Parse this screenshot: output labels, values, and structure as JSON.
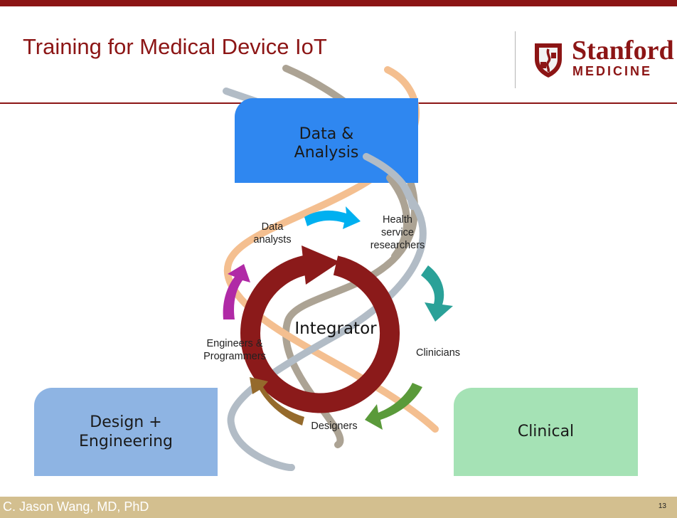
{
  "slide": {
    "title": "Training for Medical Device IoT",
    "footer_author": "C. Jason Wang, MD, PhD",
    "page_number": "13"
  },
  "logo": {
    "word1": "Stanford",
    "word2": "MEDICINE",
    "color": "#8c1515"
  },
  "diagram": {
    "boxes": {
      "data_analysis": {
        "line1": "Data &",
        "line2": "Analysis",
        "color": "#2f87f0"
      },
      "design_engineering": {
        "line1": "Design +",
        "line2": "Engineering",
        "color": "#8eb4e3"
      },
      "clinical": {
        "label": "Clinical",
        "color": "#a5e2b5"
      }
    },
    "center_label": "Integrator",
    "roles": {
      "data_analysts": {
        "line1": "Data",
        "line2": "analysts"
      },
      "health_service_researchers": {
        "line1": "Health",
        "line2": "service",
        "line3": "researchers"
      },
      "clinicians": {
        "line1": "Clinicians"
      },
      "designers": {
        "line1": "Designers"
      },
      "engineers_programmers": {
        "line1": "Engineers &",
        "line2": "Programmers"
      }
    },
    "arrow_colors": {
      "data_to_health": "#00b0f0",
      "health_to_clinicians": "#2aa198",
      "clinicians_to_designers": "#5a9a3a",
      "designers_to_engineers": "#956a2c",
      "engineers_to_data": "#b02aa6",
      "integrator_ring": "#8b1a1a"
    },
    "helix_colors": [
      "#f4bf90",
      "#aca394",
      "#b2bcc6"
    ]
  }
}
